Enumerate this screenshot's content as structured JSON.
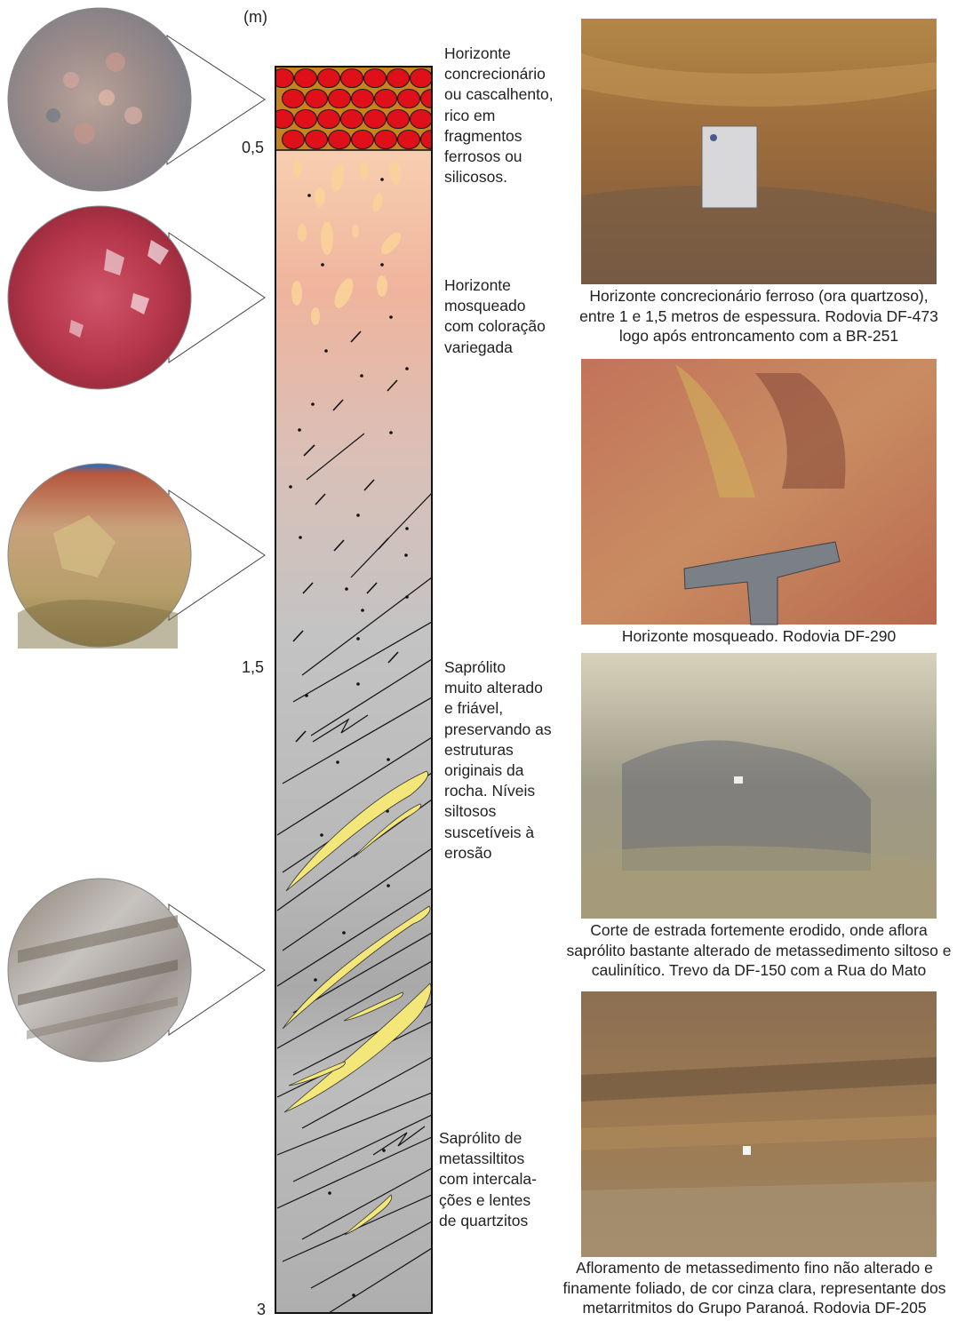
{
  "unit_label": "(m)",
  "depth_marks": [
    {
      "label": "0,5"
    },
    {
      "label": "1,5"
    },
    {
      "label": "3"
    }
  ],
  "horizons": [
    {
      "lines": [
        "Horizonte",
        "concrecionário",
        "ou cascalhento,",
        "rico em",
        "fragmentos",
        "ferrosos ou",
        "silicosos."
      ]
    },
    {
      "lines": [
        "Horizonte",
        "mosqueado",
        "com coloração",
        "variegada"
      ]
    },
    {
      "lines": [
        "Saprólito",
        "muito alterado",
        "e friável,",
        "preservando as",
        "estruturas",
        "originais da",
        "rocha. Níveis",
        "siltosos",
        "suscetíveis à",
        "erosão"
      ]
    },
    {
      "lines": [
        "Saprólito de",
        "metassiltitos",
        "com intercala-",
        "ções e lentes",
        "de quartzitos"
      ]
    }
  ],
  "photos": [
    {
      "caption": [
        "Horizonte concrecionário ferroso (ora quartzoso),",
        "entre 1 e 1,5 metros de espessura. Rodovia DF-473",
        "logo após entroncamento com a BR-251"
      ]
    },
    {
      "caption": [
        "Horizonte mosqueado. Rodovia DF-290"
      ]
    },
    {
      "caption": [
        "Corte de estrada fortemente erodido, onde aflora",
        "saprólito bastante alterado de metassedimento siltoso e",
        "caulinítico. Trevo da DF-150 com a Rua do Mato"
      ]
    },
    {
      "caption": [
        "Afloramento de metassedimento fino não alterado e",
        "finamente foliado, de cor cinza clara, representante dos",
        "metarritmitos do Grupo Paranoá. Rodovia DF-205"
      ]
    }
  ],
  "colors": {
    "concretion_matrix": "#c8821e",
    "concretion_fill": "#e0101a",
    "mottled_top": "#f6c9a8",
    "mottled_mid": "#efb199",
    "saprolite_gray": "#b8b8b8",
    "quartzite_lens": "#f3e77a"
  }
}
